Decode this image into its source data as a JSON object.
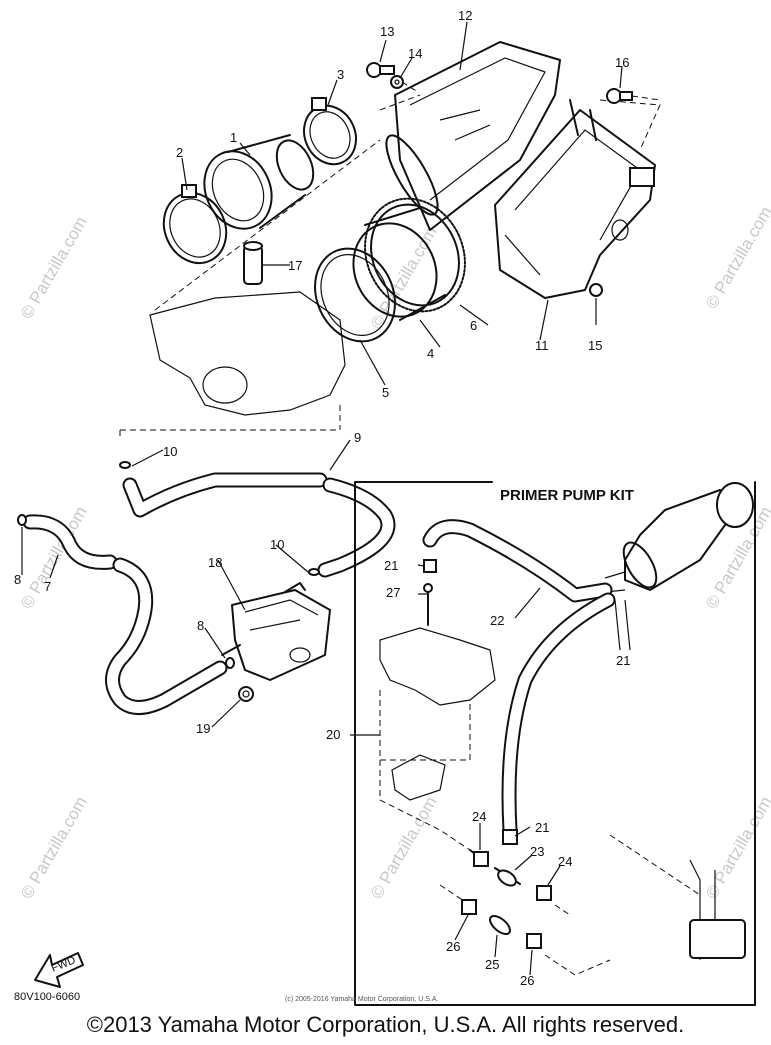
{
  "watermark": "© Partzilla.com",
  "primer_kit_title": "PRIMER PUMP KIT",
  "diagram_code": "80V100-6060",
  "small_copyright": "(c) 2005-2016 Yamaha Motor Corporation, U.S.A.",
  "fwd_label": "FWD",
  "copyright": "©2013 Yamaha Motor Corporation, U.S.A. All rights reserved.",
  "callouts": {
    "c1": "1",
    "c2": "2",
    "c3": "3",
    "c4": "4",
    "c5": "5",
    "c6": "6",
    "c7": "7",
    "c8a": "8",
    "c8b": "8",
    "c9": "9",
    "c10a": "10",
    "c10b": "10",
    "c11": "11",
    "c12": "12",
    "c13": "13",
    "c14": "14",
    "c15": "15",
    "c16": "16",
    "c17": "17",
    "c18": "18",
    "c19": "19",
    "c20": "20",
    "c21a": "21",
    "c21b": "21",
    "c21c": "21",
    "c22": "22",
    "c23": "23",
    "c24a": "24",
    "c24b": "24",
    "c25": "25",
    "c26a": "26",
    "c26b": "26",
    "c27": "27"
  }
}
